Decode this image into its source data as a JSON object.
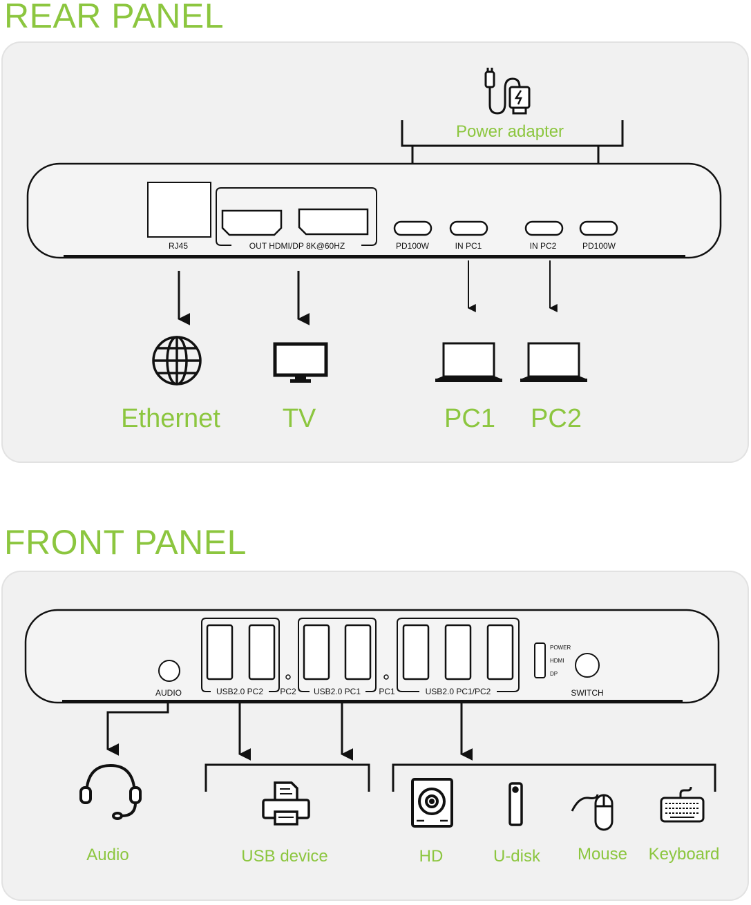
{
  "rear": {
    "title": "REAR PANEL",
    "power_adapter_label": "Power adapter",
    "ports": {
      "rj45": "RJ45",
      "video_out": "OUT HDMI/DP 8K@60HZ",
      "pd_left": "PD100W",
      "in_pc1": "IN PC1",
      "in_pc2": "IN PC2",
      "pd_right": "PD100W"
    },
    "devices": {
      "ethernet": "Ethernet",
      "tv": "TV",
      "pc1": "PC1",
      "pc2": "PC2"
    }
  },
  "front": {
    "title": "FRONT PANEL",
    "ports": {
      "audio": "AUDIO",
      "usb_pc2": "USB2.0 PC2",
      "pc2_led": "PC2",
      "usb_pc1": "USB2.0 PC1",
      "pc1_led": "PC1",
      "usb_shared": "USB2.0 PC1/PC2",
      "led_power": "POWER",
      "led_hdmi": "HDMI",
      "led_dp": "DP",
      "switch": "SWITCH"
    },
    "devices": {
      "audio": "Audio",
      "usb_device": "USB device",
      "hd": "HD",
      "udisk": "U-disk",
      "mouse": "Mouse",
      "keyboard": "Keyboard"
    }
  },
  "colors": {
    "accent_green": "#8cc63f",
    "line": "#111111",
    "card_background": "#f1f1f1"
  }
}
